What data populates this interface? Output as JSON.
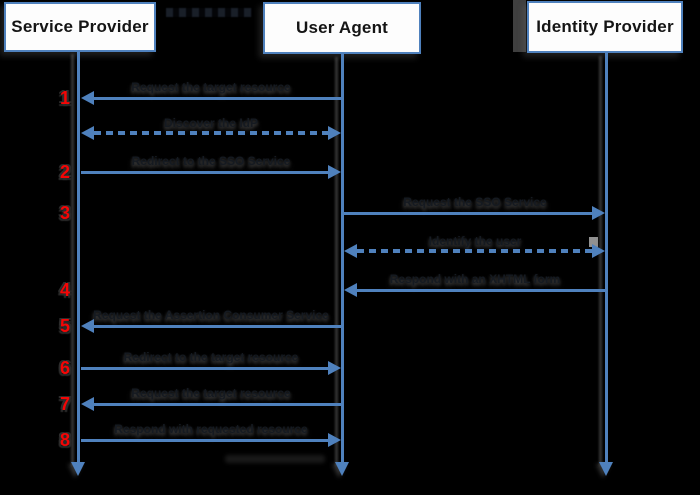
{
  "diagram": {
    "type": "sequence-diagram",
    "subject": "SAML 2.0 Web Browser SSO flow",
    "actors": [
      {
        "id": "service-provider",
        "label": "Service Provider"
      },
      {
        "id": "user-agent",
        "label": "User Agent"
      },
      {
        "id": "identity-provider",
        "label": "Identity Provider"
      }
    ],
    "messages": [
      {
        "step": "1",
        "label": "Request the target resource",
        "from": "user-agent",
        "to": "service-provider",
        "style": "solid"
      },
      {
        "step": "",
        "label": "Discover the IdP",
        "from": "service-provider",
        "to": "user-agent",
        "style": "dashed-bidirectional"
      },
      {
        "step": "2",
        "label": "Redirect to the SSO Service",
        "from": "service-provider",
        "to": "user-agent",
        "style": "solid"
      },
      {
        "step": "3",
        "label": "Request the SSO Service",
        "from": "user-agent",
        "to": "identity-provider",
        "style": "solid"
      },
      {
        "step": "",
        "label": "Identify the user",
        "from": "user-agent",
        "to": "identity-provider",
        "style": "dashed-bidirectional"
      },
      {
        "step": "4",
        "label": "Respond with an XHTML form",
        "from": "identity-provider",
        "to": "user-agent",
        "style": "solid"
      },
      {
        "step": "5",
        "label": "Request the Assertion Consumer Service",
        "from": "user-agent",
        "to": "service-provider",
        "style": "solid"
      },
      {
        "step": "6",
        "label": "Redirect to the target resource",
        "from": "service-provider",
        "to": "user-agent",
        "style": "solid"
      },
      {
        "step": "7",
        "label": "Request the target resource",
        "from": "user-agent",
        "to": "service-provider",
        "style": "solid"
      },
      {
        "step": "8",
        "label": "Respond with requested resource",
        "from": "service-provider",
        "to": "user-agent",
        "style": "solid"
      }
    ],
    "colors": {
      "background": "#000000",
      "arrow_blue": "#4f81bd",
      "box_background": "#fdfdfd",
      "box_border": "#4f81bd",
      "step_number_red": "#f50505",
      "faint_label_text": "#151a21",
      "shadow_gray": "#6c6c6c"
    }
  }
}
